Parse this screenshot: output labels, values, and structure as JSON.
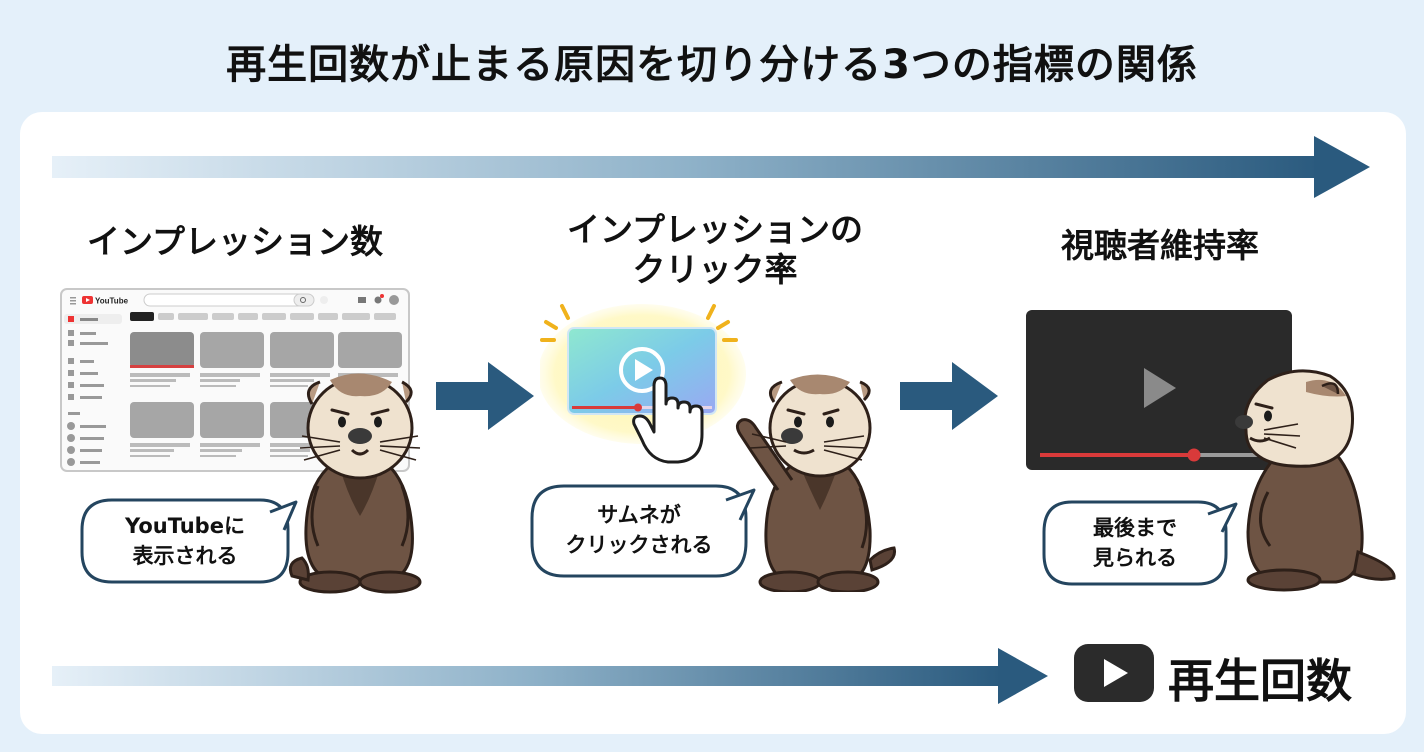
{
  "title": "再生回数が止まる原因を切り分ける3つの指標の関係",
  "steps": [
    {
      "label_line1": "インプレッション数",
      "label_line2": "",
      "bubble_line1": "YouTubeに",
      "bubble_line2": "表示される"
    },
    {
      "label_line1": "インプレッションの",
      "label_line2": "クリック率",
      "bubble_line1": "サムネが",
      "bubble_line2": "クリックされる"
    },
    {
      "label_line1": "視聴者維持率",
      "label_line2": "",
      "bubble_line1": "最後まで",
      "bubble_line2": "見られる"
    }
  ],
  "result": {
    "label": "再生回数",
    "icon": "youtube-play-icon"
  },
  "mockup": {
    "logo_text": "YouTube"
  },
  "colors": {
    "arrow_dark": "#2a5a7e",
    "otter_body": "#6e5444",
    "otter_face": "#efe2cf",
    "progress_red": "#d93a3a"
  }
}
